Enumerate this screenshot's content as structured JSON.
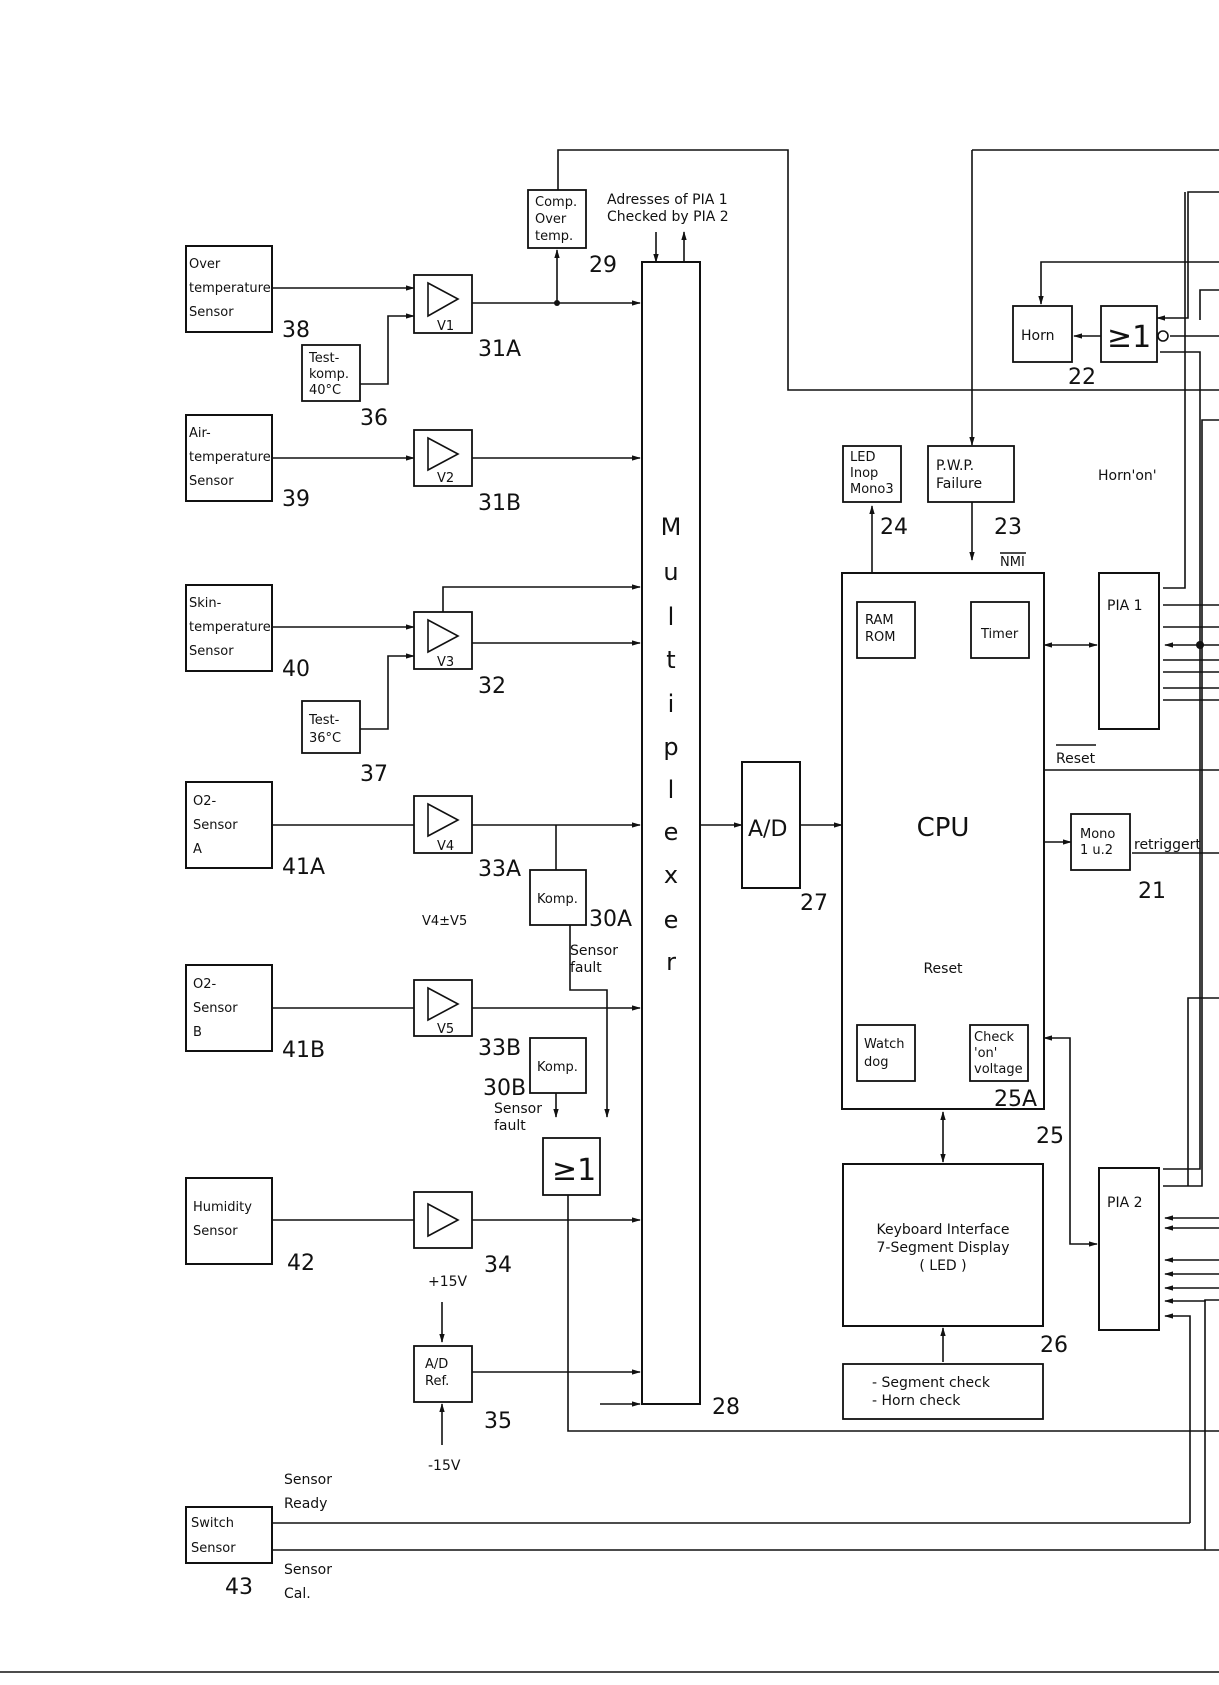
{
  "blocks": {
    "comp_over_temp": [
      "Comp.",
      "Over",
      "temp."
    ],
    "pia_note": [
      "Adresses of PIA 1",
      "Checked by PIA 2"
    ],
    "over_temp_sensor": [
      "Over",
      "temperature",
      "Sensor"
    ],
    "air_temp_sensor": [
      "Air-",
      "temperature",
      "Sensor"
    ],
    "skin_temp_sensor": [
      "Skin-",
      "temperature",
      "Sensor"
    ],
    "o2_sensor_a": [
      "O2-",
      "Sensor",
      "A"
    ],
    "o2_sensor_b": [
      "O2-",
      "Sensor",
      "B"
    ],
    "humidity_sensor": [
      "Humidity",
      "Sensor"
    ],
    "switch_sensor": [
      "Switch",
      "Sensor"
    ],
    "test_komp_40": [
      "Test-",
      "komp.",
      "40°C"
    ],
    "test_36": [
      "Test-",
      "36°C"
    ],
    "komp_a": "Komp.",
    "komp_b": "Komp.",
    "ad_ref": [
      "A/D",
      "Ref."
    ],
    "multiplexer": [
      "M",
      "u",
      "l",
      "t",
      "i",
      "p",
      "l",
      "e",
      "x",
      "e",
      "r"
    ],
    "ad": "A/D",
    "led_inop": [
      "LED",
      "Inop",
      "Mono3"
    ],
    "pwp_failure": [
      "P.W.P.",
      "Failure"
    ],
    "horn": "Horn",
    "or_gate": "≥1",
    "cpu": "CPU",
    "ram_rom": [
      "RAM",
      "ROM"
    ],
    "timer": "Timer",
    "watchdog": [
      "Watch",
      "dog"
    ],
    "check_on_voltage": [
      "Check",
      "'on'",
      "voltage"
    ],
    "pia1": "PIA 1",
    "pia2": "PIA 2",
    "mono": [
      "Mono",
      "1 u.2"
    ],
    "keyboard_interface": [
      "Keyboard Interface",
      "7-Segment Display",
      "( LED )"
    ],
    "segment_check": [
      "- Segment check",
      "- Horn check"
    ]
  },
  "amplifiers": {
    "v1": "V1",
    "v2": "V2",
    "v3": "V3",
    "v4": "V4",
    "v5": "V5"
  },
  "labels": {
    "horn_on": "Horn'on'",
    "nmi": "NMI",
    "reset_bar": "Reset",
    "reset": "Reset",
    "retriggert": "retriggert",
    "v4v5": "V4±V5",
    "sensor_fault_a": [
      "Sensor",
      "fault"
    ],
    "sensor_fault_b": [
      "Sensor",
      "fault"
    ],
    "plus15v": "+15V",
    "minus15v": "-15V",
    "sensor_ready": [
      "Sensor",
      "Ready"
    ],
    "sensor_cal": [
      "Sensor",
      "Cal."
    ]
  },
  "numbers": {
    "n21": "21",
    "n22": "22",
    "n23": "23",
    "n24": "24",
    "n25": "25",
    "n25a": "25A",
    "n26": "26",
    "n27": "27",
    "n28": "28",
    "n29": "29",
    "n30a": "30A",
    "n30b": "30B",
    "n31a": "31A",
    "n31b": "31B",
    "n32": "32",
    "n33a": "33A",
    "n33b": "33B",
    "n34": "34",
    "n35": "35",
    "n36": "36",
    "n37": "37",
    "n38": "38",
    "n39": "39",
    "n40": "40",
    "n41a": "41A",
    "n41b": "41B",
    "n42": "42",
    "n43": "43"
  }
}
